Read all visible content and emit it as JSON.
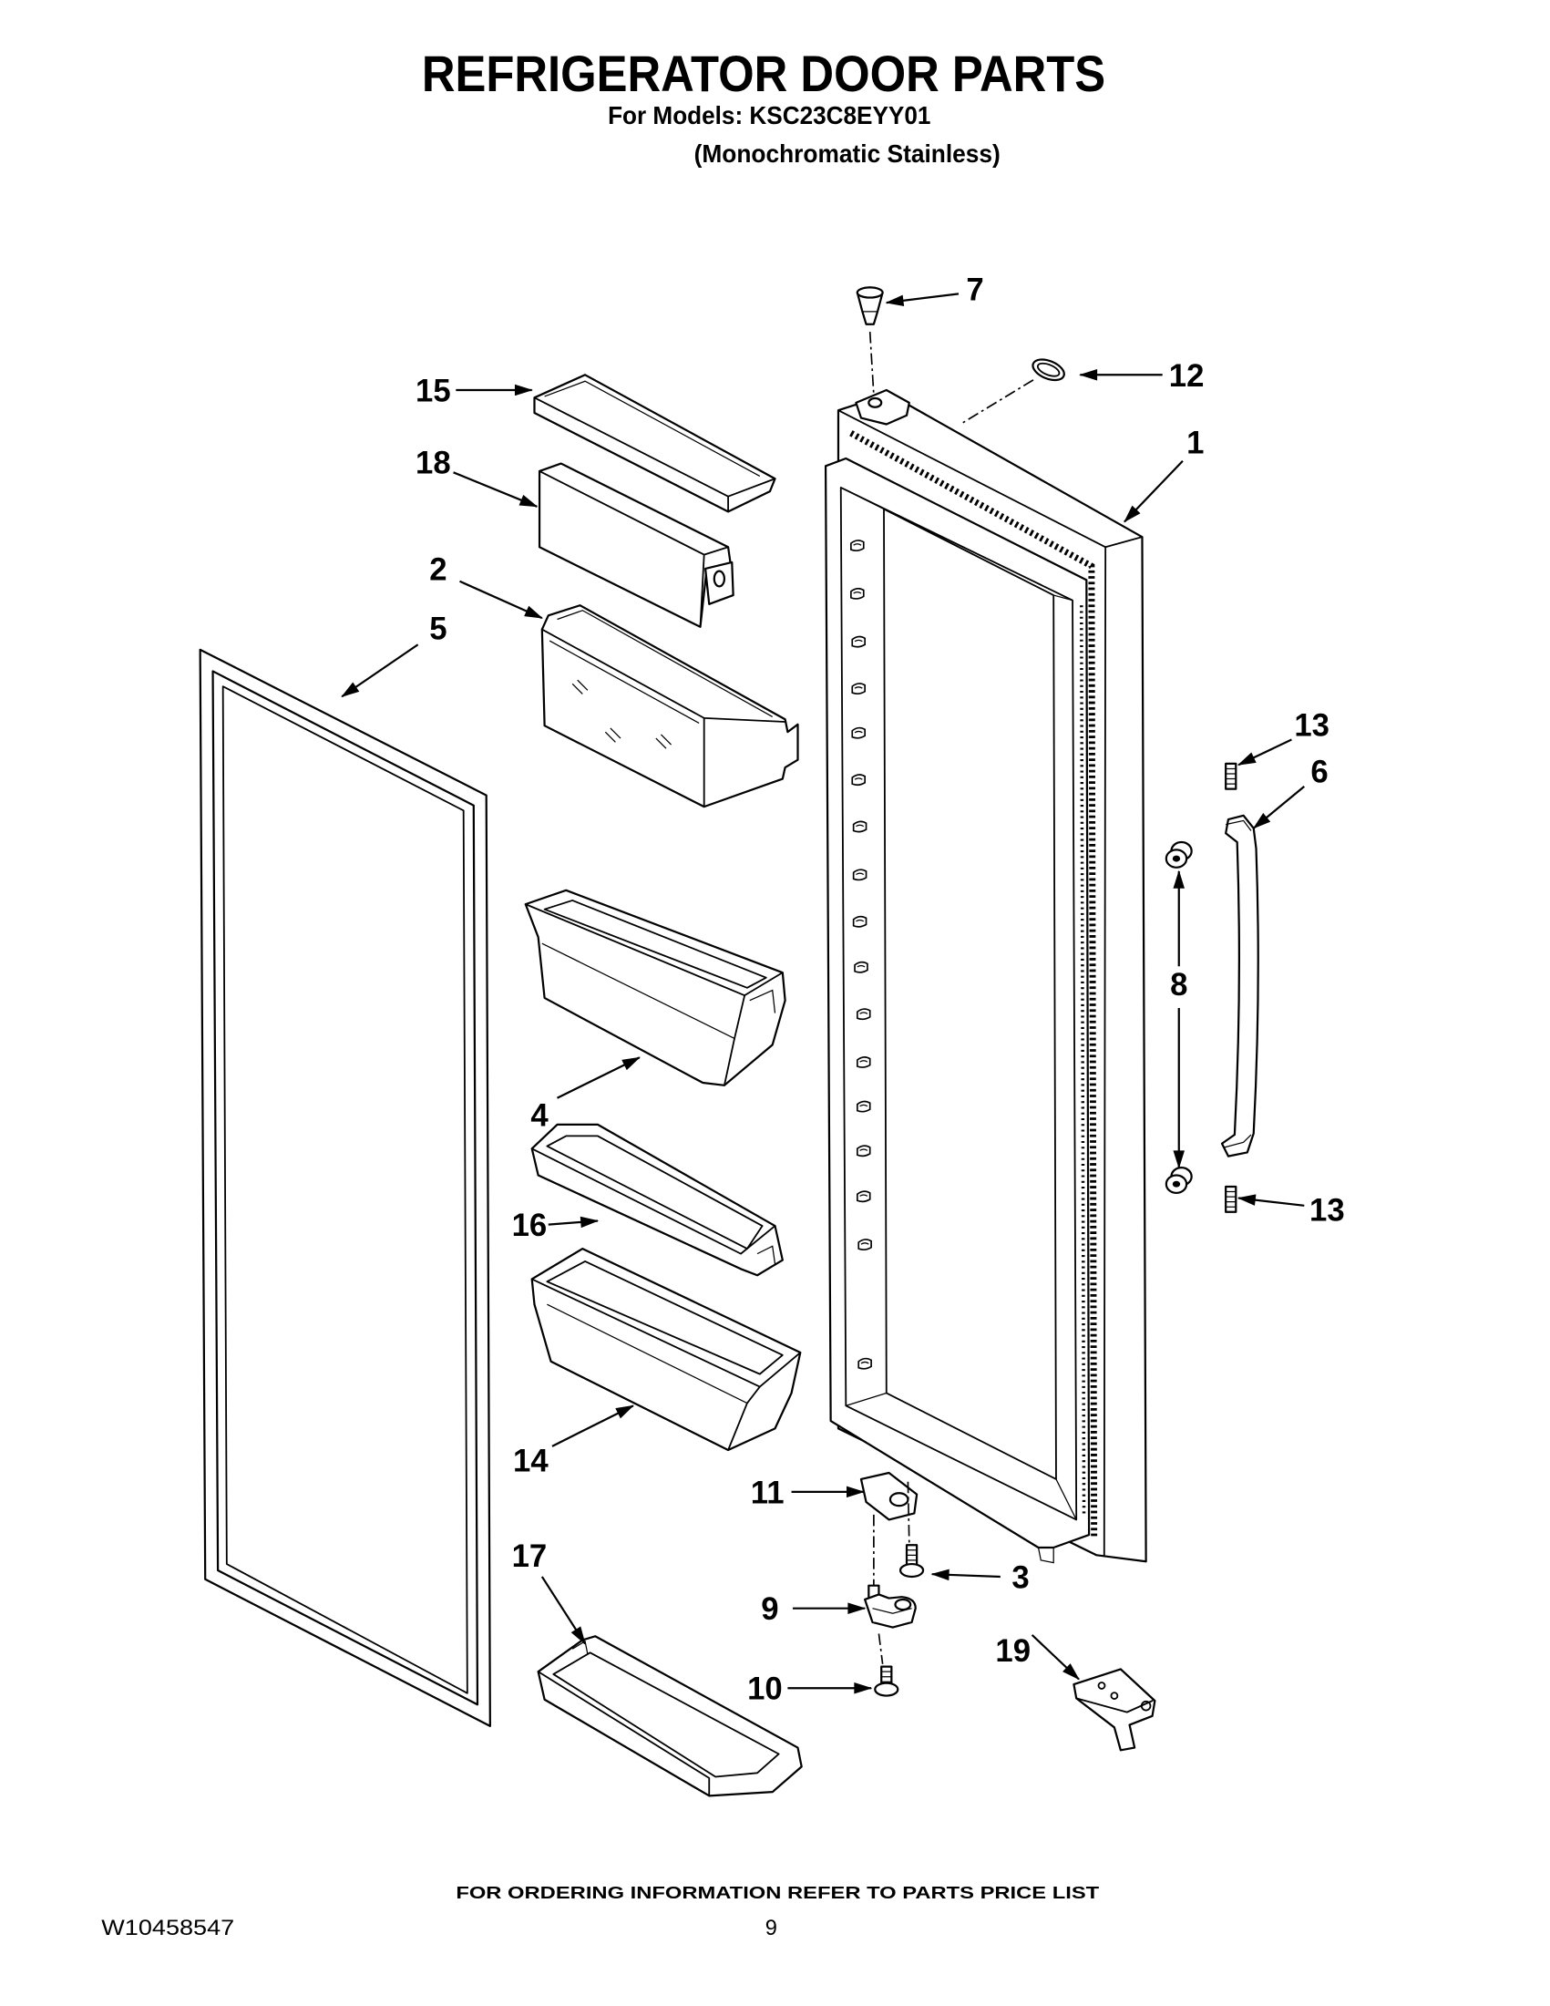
{
  "header": {
    "title": "REFRIGERATOR DOOR PARTS",
    "models": "For Models: KSC23C8EYY01",
    "variant": "(Monochromatic Stainless)"
  },
  "callouts": [
    "7",
    "12",
    "1",
    "15",
    "18",
    "2",
    "5",
    "13",
    "6",
    "8",
    "13",
    "4",
    "16",
    "14",
    "11",
    "3",
    "9",
    "19",
    "10",
    "17"
  ],
  "footer": {
    "ordering_note": "FOR ORDERING INFORMATION REFER TO PARTS PRICE LIST",
    "document_number": "W10458547",
    "page_number": "9"
  },
  "colors": {
    "ink": "#000000",
    "paper": "#ffffff"
  }
}
